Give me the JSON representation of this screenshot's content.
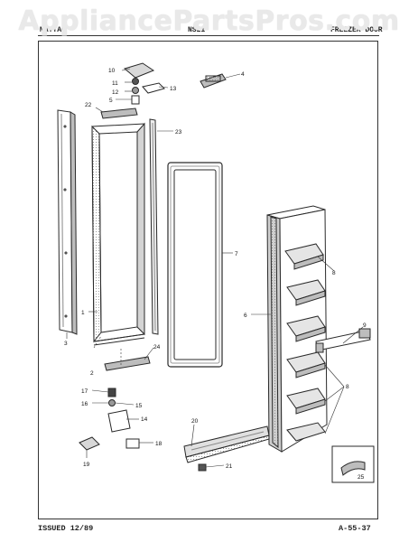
{
  "watermark": "AppliancePartsPros.com",
  "header": {
    "brand": "MAYTAG",
    "model": "NS21",
    "section": "FREEZER DOOR"
  },
  "footer": {
    "issued": "ISSUED 12/89",
    "page": "A-55-37"
  },
  "callouts": [
    "1",
    "2",
    "3",
    "4",
    "5",
    "6",
    "7",
    "8",
    "9",
    "10",
    "11",
    "12",
    "13",
    "14",
    "15",
    "16",
    "17",
    "18",
    "19",
    "20",
    "21",
    "22",
    "23",
    "24",
    "25"
  ],
  "colors": {
    "line": "#2a2a2a",
    "shade": "#c9c9c9",
    "paper": "#ffffff"
  }
}
